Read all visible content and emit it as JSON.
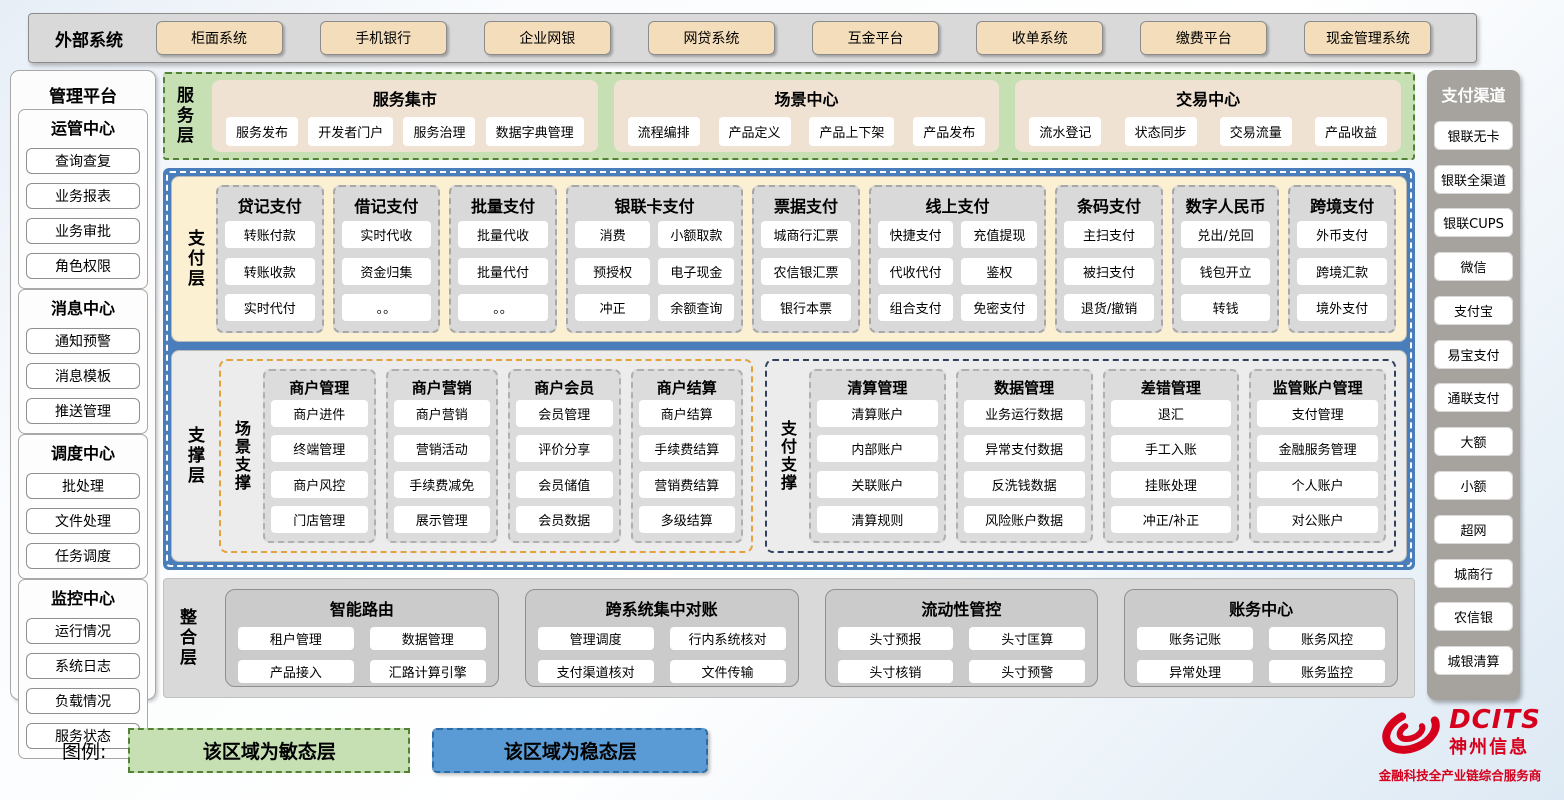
{
  "external_systems": {
    "label": "外部系统",
    "items": [
      "柜面系统",
      "手机银行",
      "企业网银",
      "网贷系统",
      "互金平台",
      "收单系统",
      "缴费平台",
      "现金管理系统"
    ]
  },
  "management_platform": {
    "title": "管理平台",
    "groups": [
      {
        "title": "运管中心",
        "items": [
          "查询查复",
          "业务报表",
          "业务审批",
          "角色权限"
        ]
      },
      {
        "title": "消息中心",
        "items": [
          "通知预警",
          "消息模板",
          "推送管理"
        ]
      },
      {
        "title": "调度中心",
        "items": [
          "批处理",
          "文件处理",
          "任务调度"
        ]
      },
      {
        "title": "监控中心",
        "items": [
          "运行情况",
          "系统日志",
          "负载情况",
          "服务状态"
        ]
      }
    ]
  },
  "payment_channels": {
    "title": "支付渠道",
    "items": [
      "银联无卡",
      "银联全渠道",
      "银联CUPS",
      "微信",
      "支付宝",
      "易宝支付",
      "通联支付",
      "大额",
      "小额",
      "超网",
      "城商行",
      "农信银",
      "城银清算"
    ]
  },
  "service_layer": {
    "label": "服务层",
    "sections": [
      {
        "title": "服务集市",
        "items": [
          "服务发布",
          "开发者门户",
          "服务治理",
          "数据字典管理"
        ]
      },
      {
        "title": "场景中心",
        "items": [
          "流程编排",
          "产品定义",
          "产品上下架",
          "产品发布"
        ]
      },
      {
        "title": "交易中心",
        "items": [
          "流水登记",
          "状态同步",
          "交易流量",
          "产品收益"
        ]
      }
    ]
  },
  "payment_layer": {
    "label": "支付层",
    "groups": [
      {
        "title": "贷记支付",
        "items": [
          "转账付款",
          "转账收款",
          "实时代付"
        ]
      },
      {
        "title": "借记支付",
        "items": [
          "实时代收",
          "资金归集",
          "。。"
        ]
      },
      {
        "title": "批量支付",
        "items": [
          "批量代收",
          "批量代付",
          "。。"
        ]
      },
      {
        "title": "银联卡支付",
        "items": [
          "消费",
          "小额取款",
          "预授权",
          "电子现金",
          "冲正",
          "余额查询"
        ]
      },
      {
        "title": "票据支付",
        "items": [
          "城商行汇票",
          "农信银汇票",
          "银行本票"
        ]
      },
      {
        "title": "线上支付",
        "items": [
          "快捷支付",
          "充值提现",
          "代收代付",
          "鉴权",
          "组合支付",
          "免密支付"
        ]
      },
      {
        "title": "条码支付",
        "items": [
          "主扫支付",
          "被扫支付",
          "退货/撤销"
        ]
      },
      {
        "title": "数字人民币",
        "items": [
          "兑出/兑回",
          "钱包开立",
          "转钱"
        ]
      },
      {
        "title": "跨境支付",
        "items": [
          "外币支付",
          "跨境汇款",
          "境外支付"
        ]
      }
    ]
  },
  "support_layer": {
    "label": "支撑层",
    "sections": [
      {
        "label": "场景支撑",
        "columns": [
          {
            "title": "商户管理",
            "items": [
              "商户进件",
              "终端管理",
              "商户风控",
              "门店管理"
            ]
          },
          {
            "title": "商户营销",
            "items": [
              "商户营销",
              "营销活动",
              "手续费减免",
              "展示管理"
            ]
          },
          {
            "title": "商户会员",
            "items": [
              "会员管理",
              "评价分享",
              "会员储值",
              "会员数据"
            ]
          },
          {
            "title": "商户结算",
            "items": [
              "商户结算",
              "手续费结算",
              "营销费结算",
              "多级结算"
            ]
          }
        ]
      },
      {
        "label": "支付支撑",
        "columns": [
          {
            "title": "清算管理",
            "items": [
              "清算账户",
              "内部账户",
              "关联账户",
              "清算规则"
            ]
          },
          {
            "title": "数据管理",
            "items": [
              "业务运行数据",
              "异常支付数据",
              "反洗钱数据",
              "风险账户数据"
            ]
          },
          {
            "title": "差错管理",
            "items": [
              "退汇",
              "手工入账",
              "挂账处理",
              "冲正/补正"
            ]
          },
          {
            "title": "监管账户管理",
            "items": [
              "支付管理",
              "金融服务管理",
              "个人账户",
              "对公账户"
            ]
          }
        ]
      }
    ]
  },
  "integration_layer": {
    "label": "整合层",
    "sections": [
      {
        "title": "智能路由",
        "items": [
          "租户管理",
          "数据管理",
          "产品接入",
          "汇路计算引擎"
        ]
      },
      {
        "title": "跨系统集中对账",
        "items": [
          "管理调度",
          "行内系统核对",
          "支付渠道核对",
          "文件传输"
        ]
      },
      {
        "title": "流动性管控",
        "items": [
          "头寸预报",
          "头寸匡算",
          "头寸核销",
          "头寸预警"
        ]
      },
      {
        "title": "账务中心",
        "items": [
          "账务记账",
          "账务风控",
          "异常处理",
          "账务监控"
        ]
      }
    ]
  },
  "legend": {
    "label": "图例:",
    "items": [
      {
        "text": "该区域为敏态层",
        "type": "agile"
      },
      {
        "text": "该区域为稳态层",
        "type": "stable"
      }
    ]
  },
  "logo": {
    "brand": "DCITS",
    "company": "神州信息",
    "tagline": "金融科技全产业链综合服务商"
  },
  "colors": {
    "agile_green": "#c6e0b4",
    "agile_border": "#538135",
    "stable_blue": "#4a7ebb",
    "legend_stable_fill": "#5b9bd5",
    "payment_yellow": "#fbf0d2",
    "panel_gray": "#d9d9d9",
    "channel_panel_gray": "#a6a29d",
    "external_button_tan": "#f4ddba",
    "scene_support_accent": "#e2a23c",
    "payment_support_accent": "#32415e",
    "brand_red": "#d6001c"
  }
}
